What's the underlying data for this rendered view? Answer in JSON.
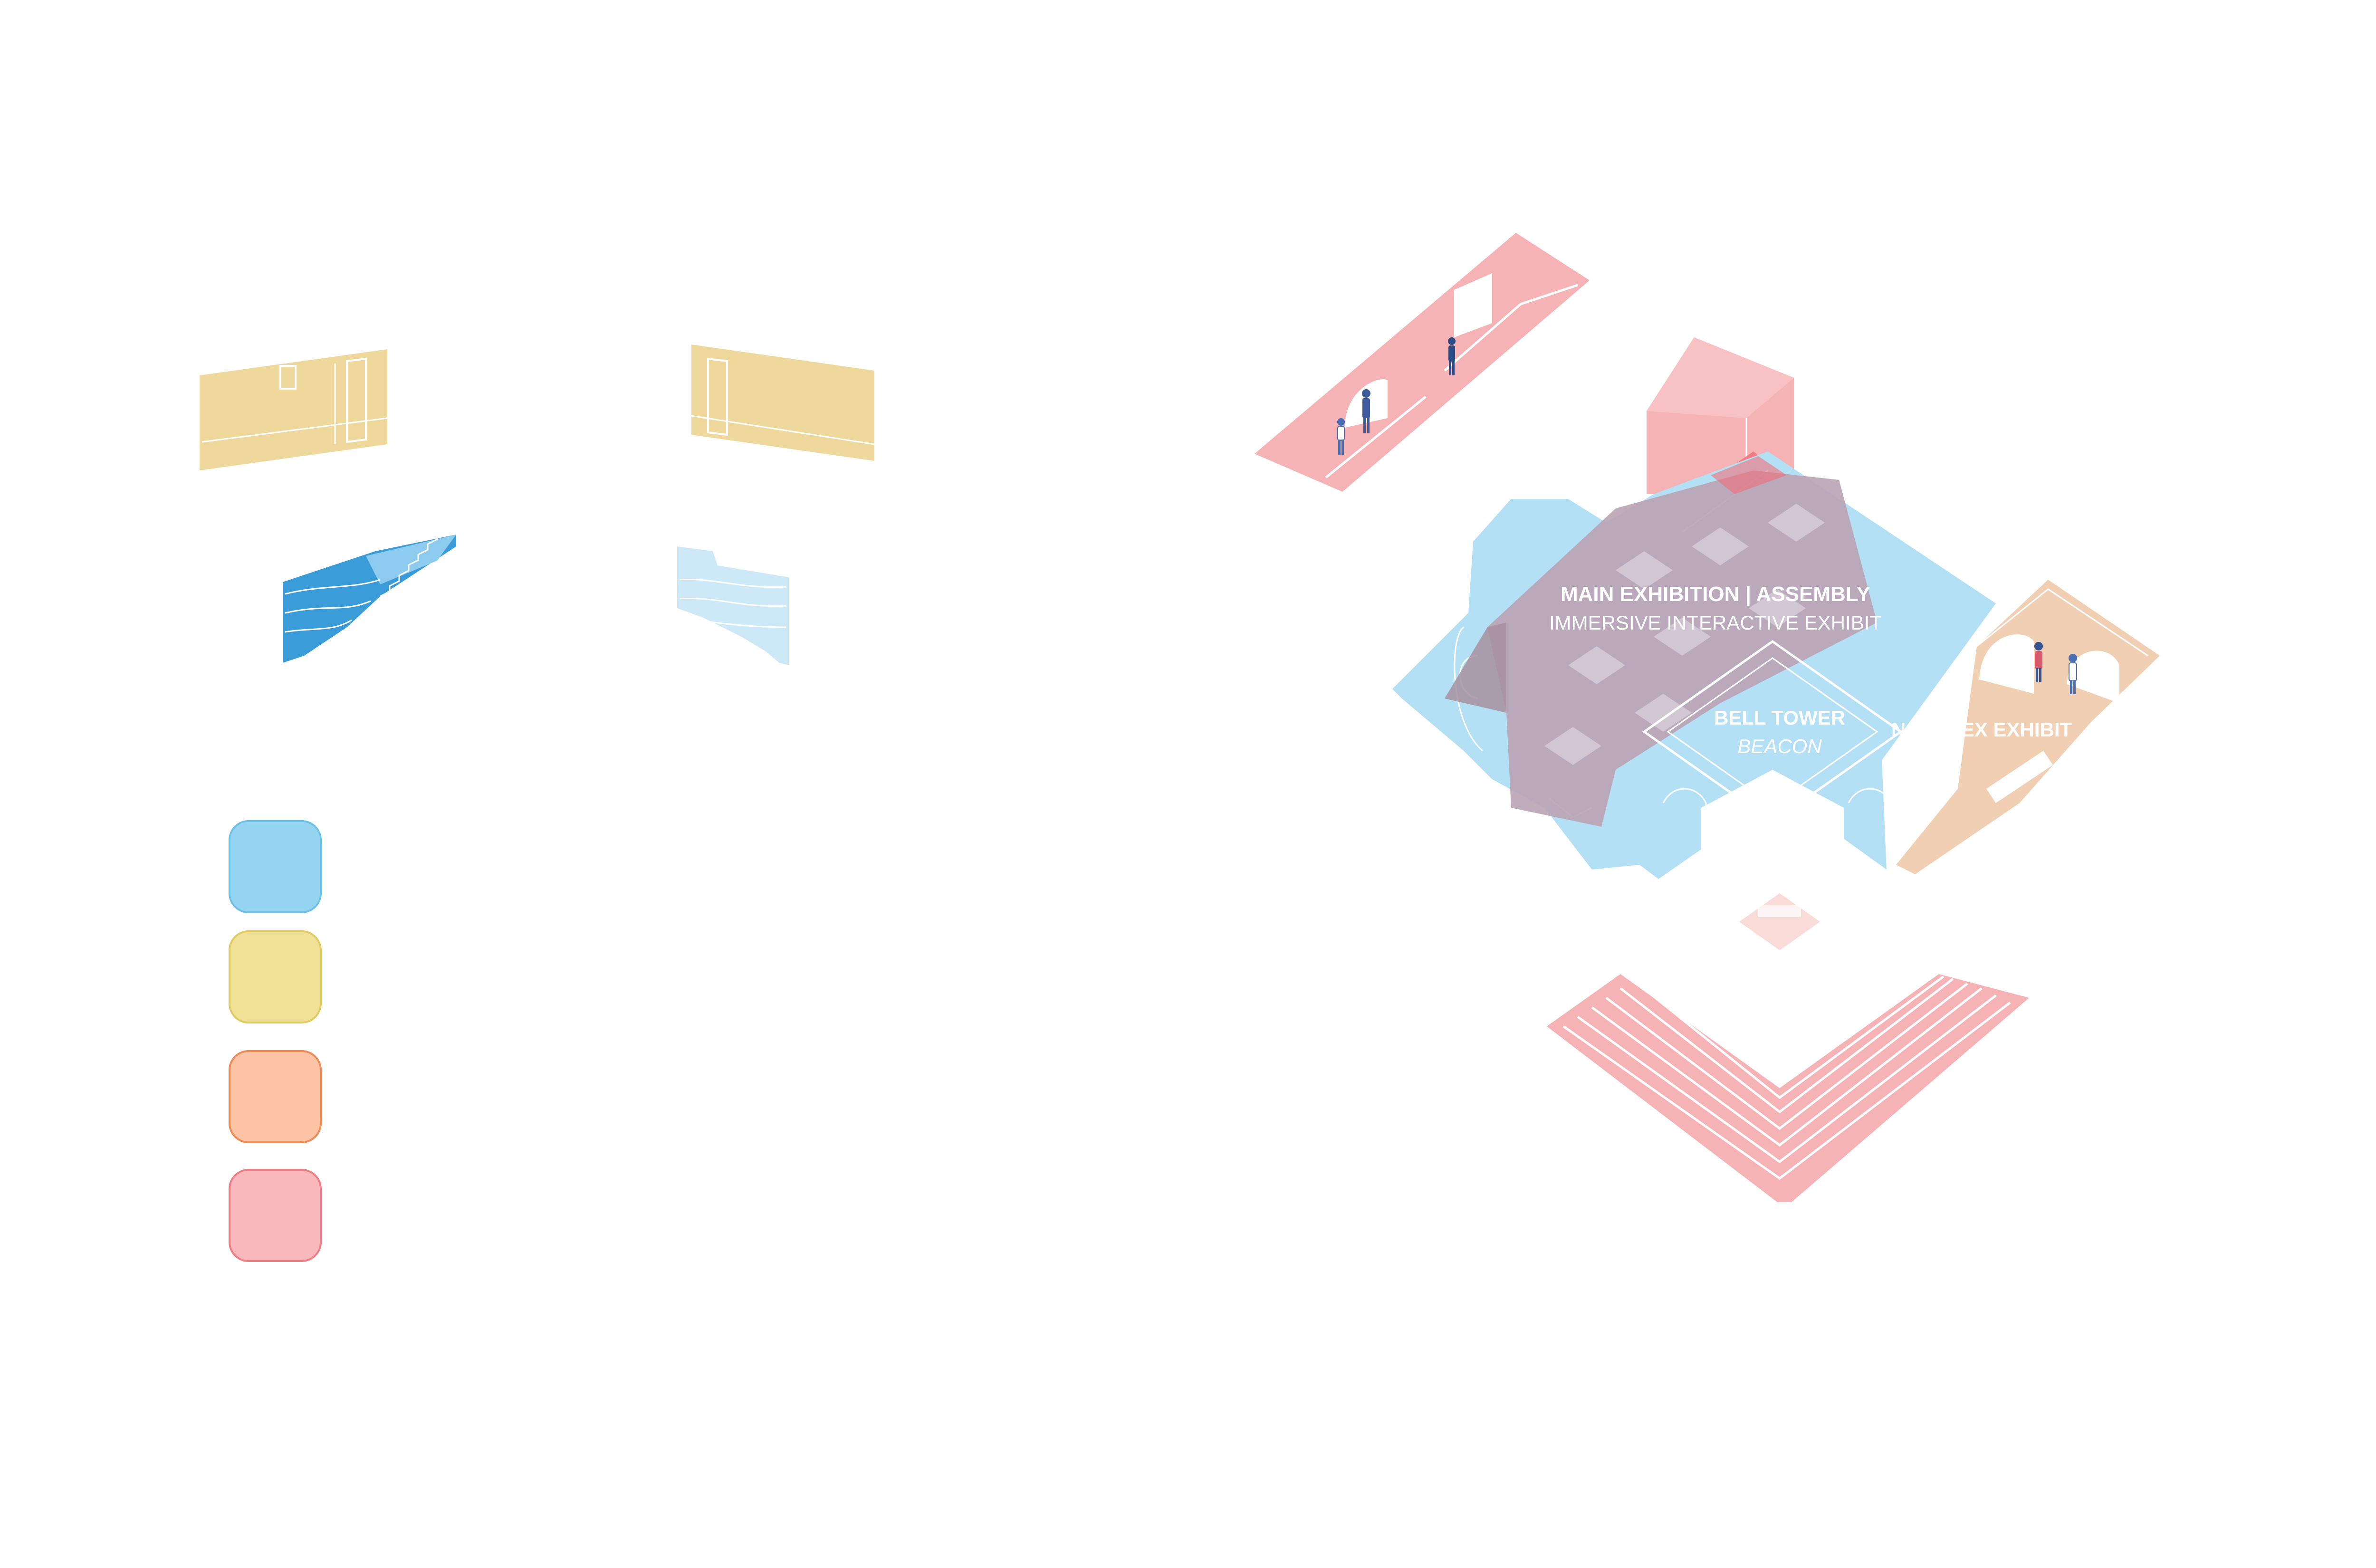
{
  "colors": {
    "blue": "#b3e0f5",
    "yellow": "#efd89c",
    "orange": "#f1cfb3",
    "pink": "#f6b3b6",
    "mauve": "#b9a3b4",
    "swatch_blue": "#96d5f2",
    "swatch_yellow": "#f1e196",
    "swatch_orange": "#fcc4a5",
    "swatch_pink": "#f9b9bc",
    "swatch_blue_border": "#6fc0e6",
    "swatch_yellow_border": "#e0cb62",
    "swatch_orange_border": "#ee8a55",
    "swatch_pink_border": "#ef7d86"
  },
  "legend": {
    "swatches": [
      {
        "name": "blue",
        "label": ""
      },
      {
        "name": "yellow",
        "label": ""
      },
      {
        "name": "orange",
        "label": ""
      },
      {
        "name": "pink",
        "label": ""
      }
    ]
  },
  "labels": {
    "main_title": "MAIN EXHIBITION | ASSEMBLY",
    "main_subtitle": "IMMERSIVE INTERACTIVE EXHIBIT",
    "bell_title": "BELL TOWER",
    "bell_subtitle": "BEACON",
    "narthex_title": "NARTHEX EXHIBIT"
  },
  "icons": {
    "people": "person-figure-icon",
    "stairs": "stair-icon",
    "doors": "door-icon"
  }
}
